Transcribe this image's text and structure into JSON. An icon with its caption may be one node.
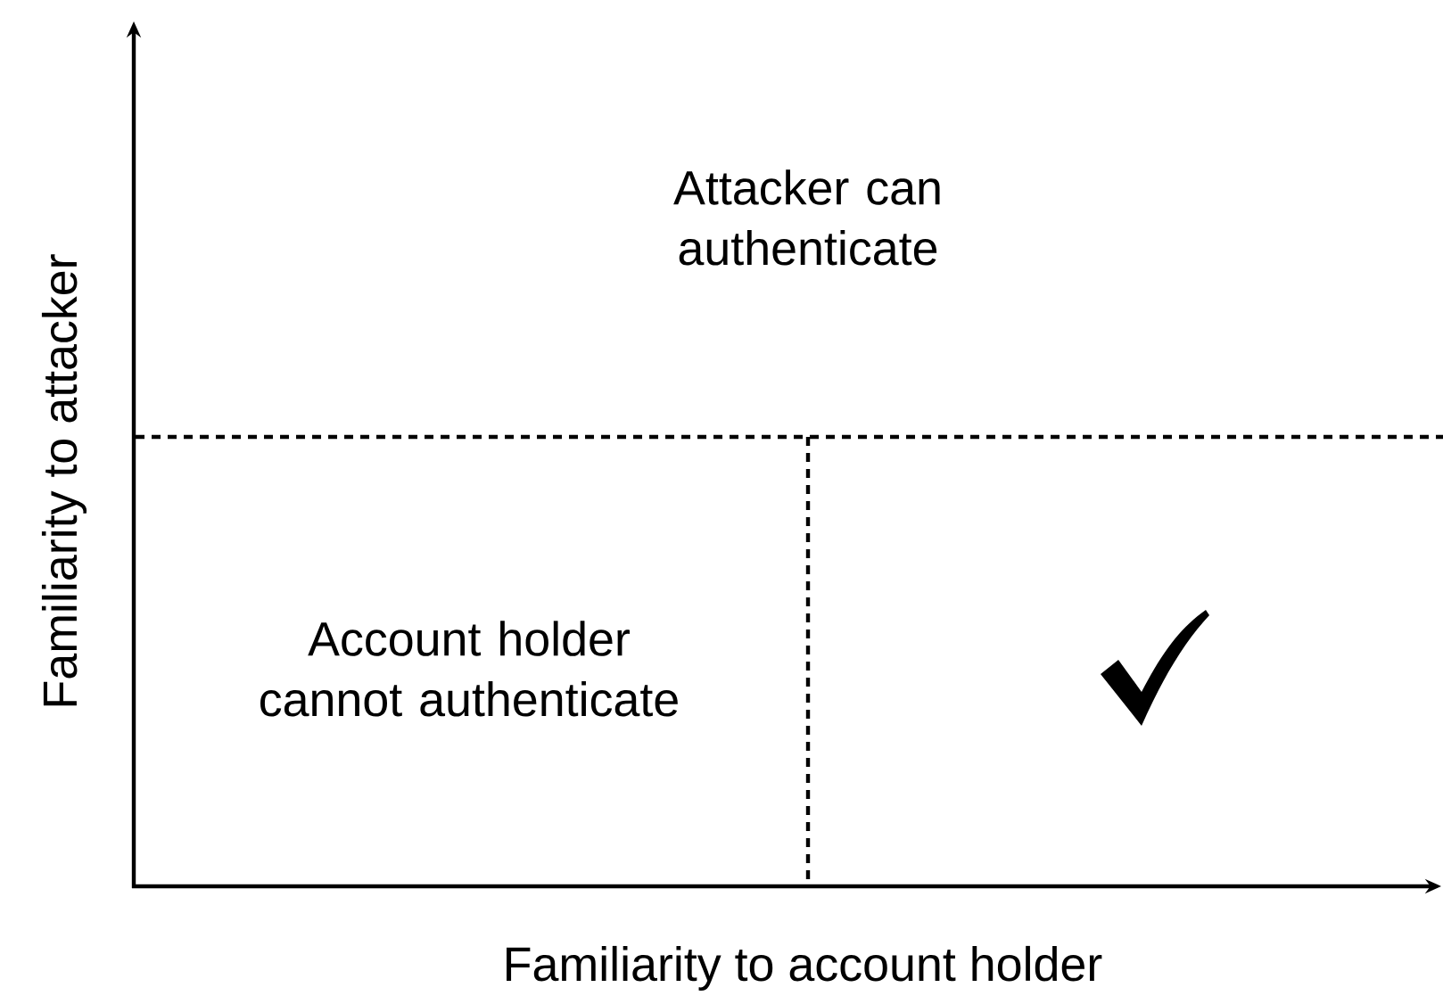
{
  "diagram": {
    "labels": [
      "Attacker can authenticate",
      "Account holder cannot authenticate",
      "Familiarity to attacker",
      "Familiarity to account holder"
    ]
  }
}
